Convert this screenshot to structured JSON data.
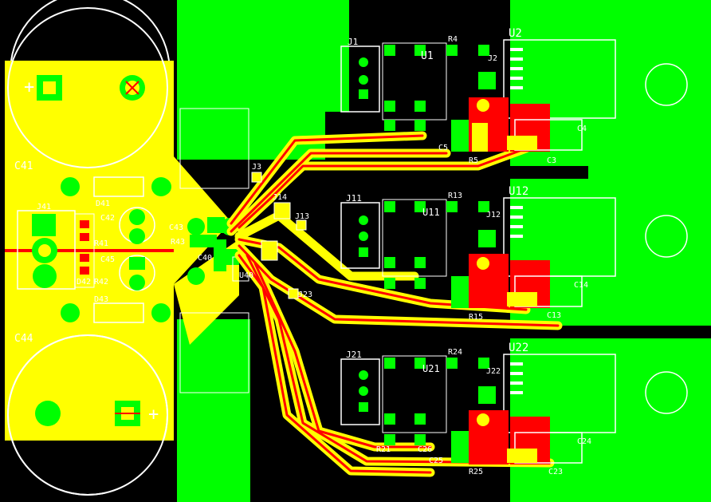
{
  "colors": {
    "background": "#000000",
    "copper_bottom": "#00ff00",
    "copper_top": "#ffff00",
    "traces_red": "#ff0000",
    "silkscreen": "#ffffff"
  },
  "labels": {
    "c41": "C41",
    "c44": "C44",
    "j41": "J41",
    "d41": "D41",
    "d42": "D42",
    "d43": "D43",
    "c42": "C42",
    "c43": "C43",
    "c45": "C45",
    "r41": "R41",
    "r42": "R42",
    "c40": "C40",
    "r43": "R43",
    "u40": "U40",
    "j1": "J1",
    "u1": "U1",
    "r4": "R4",
    "j2": "J2",
    "u2": "U2",
    "c5": "C5",
    "r5": "R5",
    "c4": "C4",
    "c3": "C3",
    "j3": "J3",
    "j11": "J11",
    "u11": "U11",
    "r13": "R13",
    "j12": "J12",
    "u12": "U12",
    "c14": "C14",
    "c13": "C13",
    "r15": "R15",
    "j13": "J13",
    "j14": "J14",
    "j23": "J23",
    "j21": "J21",
    "u21": "U21",
    "r24": "R24",
    "j22": "J22",
    "u22": "U22",
    "c25": "C25",
    "r25": "R25",
    "c24": "C24",
    "c23": "C23",
    "r21": "R21",
    "c26": "C26"
  }
}
